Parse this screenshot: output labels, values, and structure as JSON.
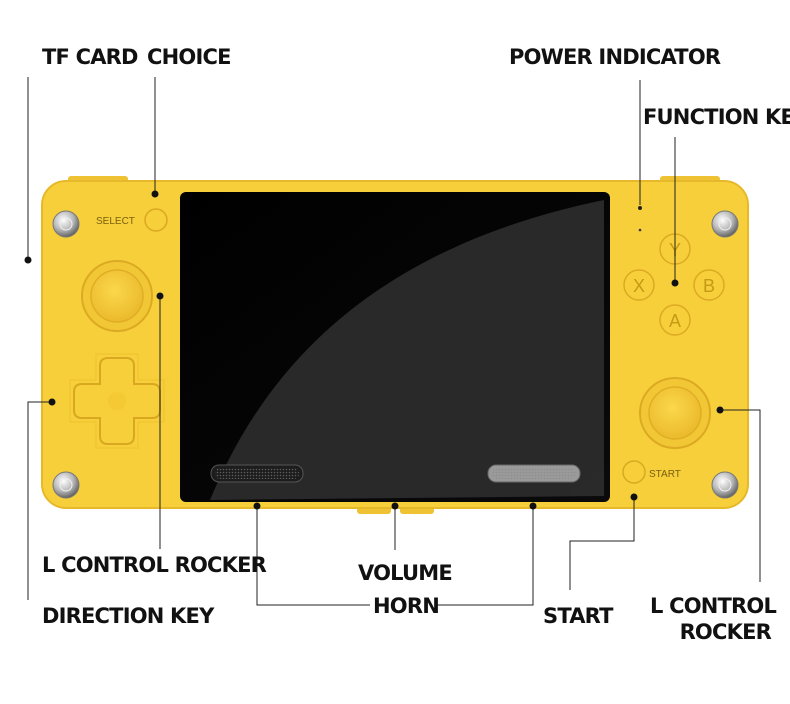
{
  "labels": {
    "tf_card": "TF CARD",
    "choice": "CHOICE",
    "power_indicator": "POWER INDICATOR",
    "function_key": "FUNCTION KEY",
    "l_control_rocker_left": "L CONTROL ROCKER",
    "direction_key": "DIRECTION KEY",
    "volume": "VOLUME",
    "horn": "HORN",
    "start": "START",
    "l_control_rocker_right_line1": "L CONTROL",
    "l_control_rocker_right_line2": "ROCKER"
  },
  "device": {
    "select_text": "SELECT",
    "start_text": "START",
    "button_y": "Y",
    "button_x": "X",
    "button_b": "B",
    "button_a": "A"
  },
  "colors": {
    "body_yellow": "#f7cf3a",
    "screen_black": "#050505",
    "leader_line": "#222222"
  }
}
